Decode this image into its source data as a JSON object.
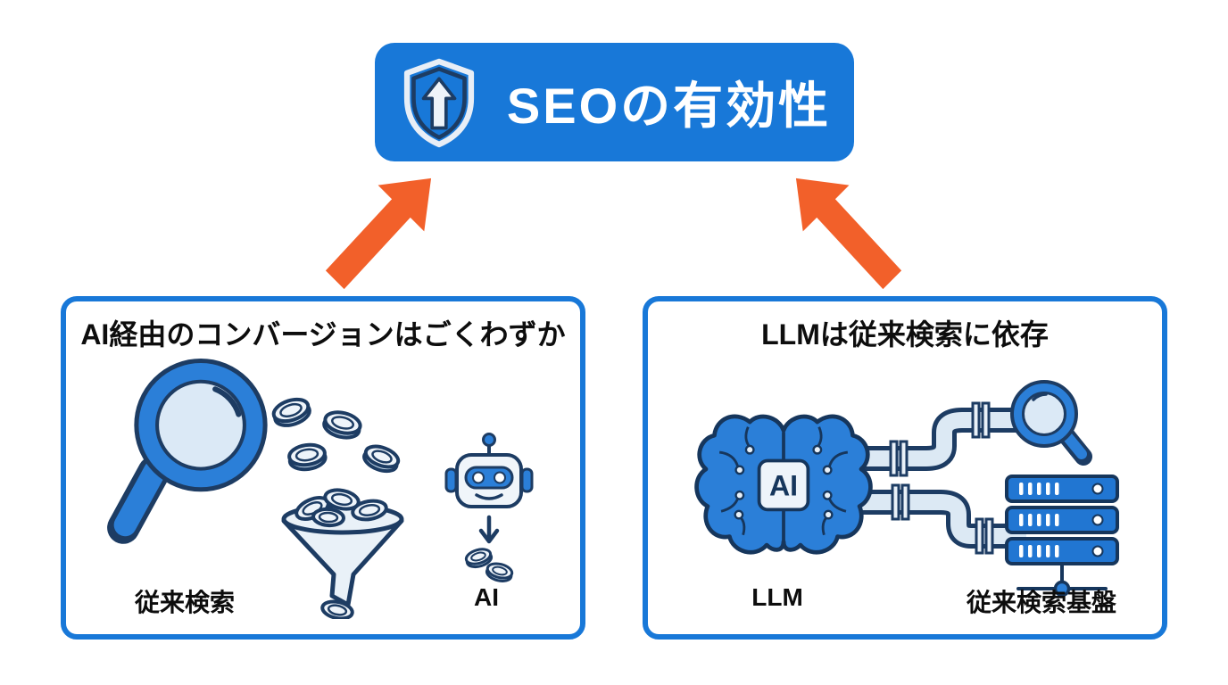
{
  "header": {
    "title": "SEOの有効性",
    "icon": "shield-with-up-arrow"
  },
  "left_panel": {
    "title": "AI経由のコンバージョンはごくわずか",
    "search_label": "従来検索",
    "ai_label": "AI",
    "icons": [
      "magnifying-glass",
      "coins-funnel",
      "robot",
      "down-arrow",
      "coins"
    ]
  },
  "right_panel": {
    "title": "LLMは従来検索に依存",
    "llm_label": "LLM",
    "infra_label": "従来検索基盤",
    "chip_label": "AI",
    "icons": [
      "circuit-brain-ai-chip",
      "pipes",
      "magnifying-glass",
      "server-stack"
    ]
  },
  "colors": {
    "primary_blue": "#1878d8",
    "icon_blue": "#2b7fd8",
    "outline_navy": "#1d3c63",
    "light_fill": "#e3edf7",
    "arrow_orange": "#f2602a",
    "text_dark": "#0d0d0d"
  }
}
